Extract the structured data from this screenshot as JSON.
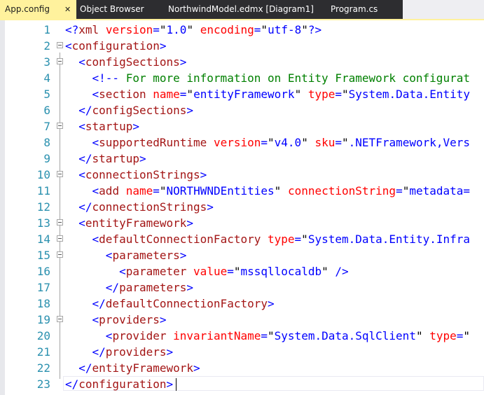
{
  "tabs": [
    {
      "label": "App.config",
      "active": true,
      "close_icon": "close-icon"
    },
    {
      "label": "Object Browser",
      "active": false
    },
    {
      "label": "NorthwindModel.edmx [Diagram1]",
      "active": false
    },
    {
      "label": "Program.cs",
      "active": false
    }
  ],
  "colors": {
    "active_tab": "#fff29d",
    "tab_strip": "#2d2d30",
    "line_number": "#2b91af",
    "xml_delimiter": "#0000ff",
    "xml_element": "#a31515",
    "xml_attribute": "#ff0000",
    "xml_value": "#0000ff",
    "comment": "#008000"
  },
  "editor": {
    "lines": [
      {
        "number": "1",
        "tokens": [
          [
            "b",
            "<?"
          ],
          [
            "e",
            "xml"
          ],
          [
            "t",
            " "
          ],
          [
            "a",
            "version"
          ],
          [
            "b",
            "="
          ],
          [
            "t",
            "\""
          ],
          [
            "v",
            "1.0"
          ],
          [
            "t",
            "\""
          ],
          [
            "t",
            " "
          ],
          [
            "a",
            "encoding"
          ],
          [
            "b",
            "="
          ],
          [
            "t",
            "\""
          ],
          [
            "v",
            "utf-8"
          ],
          [
            "t",
            "\""
          ],
          [
            "b",
            "?>"
          ]
        ]
      },
      {
        "number": "2",
        "fold": true,
        "tokens": [
          [
            "b",
            "<"
          ],
          [
            "e",
            "configuration"
          ],
          [
            "b",
            ">"
          ]
        ]
      },
      {
        "number": "3",
        "fold": true,
        "tokens": [
          [
            "t",
            "  "
          ],
          [
            "b",
            "<"
          ],
          [
            "e",
            "configSections"
          ],
          [
            "b",
            ">"
          ]
        ]
      },
      {
        "number": "4",
        "tokens": [
          [
            "t",
            "    "
          ],
          [
            "b",
            "<!--"
          ],
          [
            "c",
            " For more information on Entity Framework configurat"
          ]
        ]
      },
      {
        "number": "5",
        "tokens": [
          [
            "t",
            "    "
          ],
          [
            "b",
            "<"
          ],
          [
            "e",
            "section"
          ],
          [
            "t",
            " "
          ],
          [
            "a",
            "name"
          ],
          [
            "b",
            "="
          ],
          [
            "t",
            "\""
          ],
          [
            "v",
            "entityFramework"
          ],
          [
            "t",
            "\""
          ],
          [
            "t",
            " "
          ],
          [
            "a",
            "type"
          ],
          [
            "b",
            "="
          ],
          [
            "t",
            "\""
          ],
          [
            "v",
            "System.Data.Entity"
          ]
        ]
      },
      {
        "number": "6",
        "tokens": [
          [
            "t",
            "  "
          ],
          [
            "b",
            "</"
          ],
          [
            "e",
            "configSections"
          ],
          [
            "b",
            ">"
          ]
        ]
      },
      {
        "number": "7",
        "fold": true,
        "tokens": [
          [
            "t",
            "  "
          ],
          [
            "b",
            "<"
          ],
          [
            "e",
            "startup"
          ],
          [
            "b",
            ">"
          ]
        ]
      },
      {
        "number": "8",
        "tokens": [
          [
            "t",
            "    "
          ],
          [
            "b",
            "<"
          ],
          [
            "e",
            "supportedRuntime"
          ],
          [
            "t",
            " "
          ],
          [
            "a",
            "version"
          ],
          [
            "b",
            "="
          ],
          [
            "t",
            "\""
          ],
          [
            "v",
            "v4.0"
          ],
          [
            "t",
            "\""
          ],
          [
            "t",
            " "
          ],
          [
            "a",
            "sku"
          ],
          [
            "b",
            "="
          ],
          [
            "t",
            "\""
          ],
          [
            "v",
            ".NETFramework,Vers"
          ]
        ]
      },
      {
        "number": "9",
        "tokens": [
          [
            "t",
            "  "
          ],
          [
            "b",
            "</"
          ],
          [
            "e",
            "startup"
          ],
          [
            "b",
            ">"
          ]
        ]
      },
      {
        "number": "10",
        "fold": true,
        "tokens": [
          [
            "t",
            "  "
          ],
          [
            "b",
            "<"
          ],
          [
            "e",
            "connectionStrings"
          ],
          [
            "b",
            ">"
          ]
        ]
      },
      {
        "number": "11",
        "tokens": [
          [
            "t",
            "    "
          ],
          [
            "b",
            "<"
          ],
          [
            "e",
            "add"
          ],
          [
            "t",
            " "
          ],
          [
            "a",
            "name"
          ],
          [
            "b",
            "="
          ],
          [
            "t",
            "\""
          ],
          [
            "v",
            "NORTHWNDEntities"
          ],
          [
            "t",
            "\""
          ],
          [
            "t",
            " "
          ],
          [
            "a",
            "connectionString"
          ],
          [
            "b",
            "="
          ],
          [
            "t",
            "\""
          ],
          [
            "v",
            "metadata="
          ]
        ]
      },
      {
        "number": "12",
        "tokens": [
          [
            "t",
            "  "
          ],
          [
            "b",
            "</"
          ],
          [
            "e",
            "connectionStrings"
          ],
          [
            "b",
            ">"
          ]
        ]
      },
      {
        "number": "13",
        "fold": true,
        "tokens": [
          [
            "t",
            "  "
          ],
          [
            "b",
            "<"
          ],
          [
            "e",
            "entityFramework"
          ],
          [
            "b",
            ">"
          ]
        ]
      },
      {
        "number": "14",
        "fold": true,
        "tokens": [
          [
            "t",
            "    "
          ],
          [
            "b",
            "<"
          ],
          [
            "e",
            "defaultConnectionFactory"
          ],
          [
            "t",
            " "
          ],
          [
            "a",
            "type"
          ],
          [
            "b",
            "="
          ],
          [
            "t",
            "\""
          ],
          [
            "v",
            "System.Data.Entity.Infra"
          ]
        ]
      },
      {
        "number": "15",
        "fold": true,
        "tokens": [
          [
            "t",
            "      "
          ],
          [
            "b",
            "<"
          ],
          [
            "e",
            "parameters"
          ],
          [
            "b",
            ">"
          ]
        ]
      },
      {
        "number": "16",
        "tokens": [
          [
            "t",
            "        "
          ],
          [
            "b",
            "<"
          ],
          [
            "e",
            "parameter"
          ],
          [
            "t",
            " "
          ],
          [
            "a",
            "value"
          ],
          [
            "b",
            "="
          ],
          [
            "t",
            "\""
          ],
          [
            "v",
            "mssqllocaldb"
          ],
          [
            "t",
            "\""
          ],
          [
            "t",
            " "
          ],
          [
            "b",
            "/>"
          ]
        ]
      },
      {
        "number": "17",
        "tokens": [
          [
            "t",
            "      "
          ],
          [
            "b",
            "</"
          ],
          [
            "e",
            "parameters"
          ],
          [
            "b",
            ">"
          ]
        ]
      },
      {
        "number": "18",
        "tokens": [
          [
            "t",
            "    "
          ],
          [
            "b",
            "</"
          ],
          [
            "e",
            "defaultConnectionFactory"
          ],
          [
            "b",
            ">"
          ]
        ]
      },
      {
        "number": "19",
        "fold": true,
        "tokens": [
          [
            "t",
            "    "
          ],
          [
            "b",
            "<"
          ],
          [
            "e",
            "providers"
          ],
          [
            "b",
            ">"
          ]
        ]
      },
      {
        "number": "20",
        "tokens": [
          [
            "t",
            "      "
          ],
          [
            "b",
            "<"
          ],
          [
            "e",
            "provider"
          ],
          [
            "t",
            " "
          ],
          [
            "a",
            "invariantName"
          ],
          [
            "b",
            "="
          ],
          [
            "t",
            "\""
          ],
          [
            "v",
            "System.Data.SqlClient"
          ],
          [
            "t",
            "\""
          ],
          [
            "t",
            " "
          ],
          [
            "a",
            "type"
          ],
          [
            "b",
            "="
          ],
          [
            "t",
            "\""
          ]
        ]
      },
      {
        "number": "21",
        "tokens": [
          [
            "t",
            "    "
          ],
          [
            "b",
            "</"
          ],
          [
            "e",
            "providers"
          ],
          [
            "b",
            ">"
          ]
        ]
      },
      {
        "number": "22",
        "tokens": [
          [
            "t",
            "  "
          ],
          [
            "b",
            "</"
          ],
          [
            "e",
            "entityFramework"
          ],
          [
            "b",
            ">"
          ]
        ]
      },
      {
        "number": "23",
        "tokens": [
          [
            "b",
            "</"
          ],
          [
            "e",
            "configuration"
          ],
          [
            "b",
            ">"
          ]
        ]
      }
    ]
  }
}
